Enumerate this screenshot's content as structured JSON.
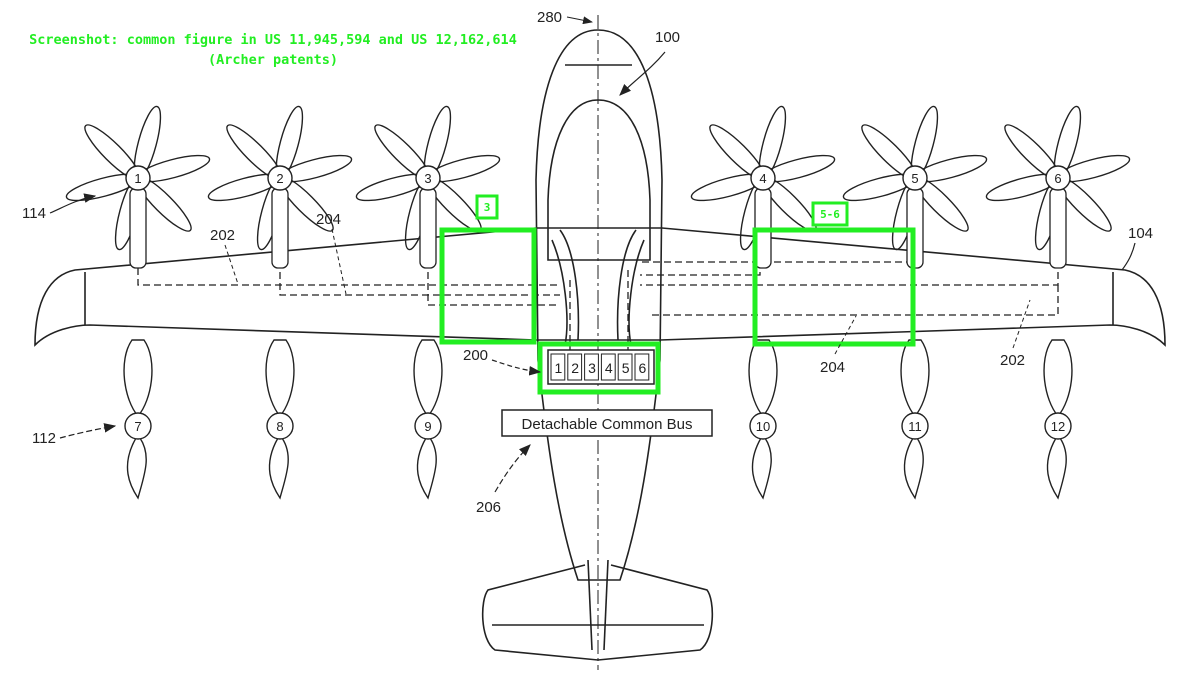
{
  "caption": {
    "line1": "Screenshot: common figure in US 11,945,594 and US 12,162,614",
    "line2": "(Archer patents)"
  },
  "reference_labels": {
    "aircraft": "100",
    "wing": "104",
    "tilt_props": "112",
    "lift_props": "114",
    "bus_connector": "200",
    "wiring_202_left": "202",
    "wiring_202_right": "202",
    "wiring_204_left": "204",
    "wiring_204_right": "204",
    "bus": "206",
    "centerline": "280"
  },
  "upper_props": [
    "1",
    "2",
    "3",
    "4",
    "5",
    "6"
  ],
  "lower_props": [
    "7",
    "8",
    "9",
    "10",
    "11",
    "12"
  ],
  "bus_label": "Detachable Common Bus",
  "connector_slots": [
    "1",
    "2",
    "3",
    "4",
    "5",
    "6"
  ],
  "highlight_tags": {
    "left": "3",
    "right": "5-6"
  },
  "colors": {
    "highlight": "#22ee22",
    "line": "#222222",
    "background": "#ffffff"
  }
}
